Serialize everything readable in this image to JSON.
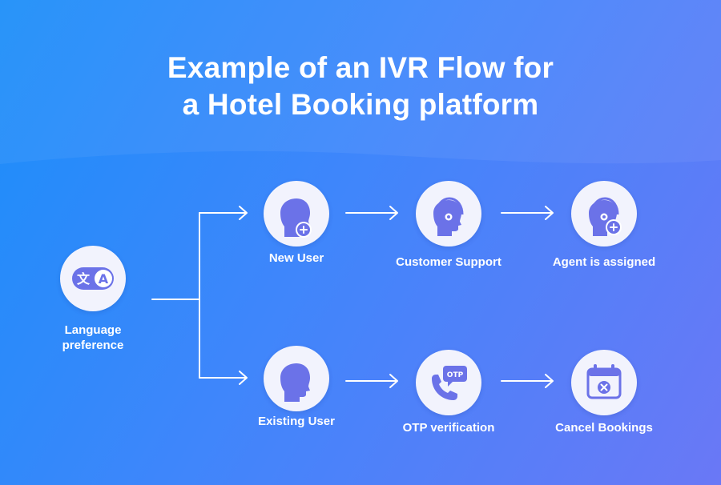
{
  "title": {
    "line1": "Example of an IVR Flow for",
    "line2": "a Hotel Booking platform"
  },
  "nodes": {
    "language": {
      "label_line1": "Language",
      "label_line2": "preference",
      "icon": "translate-icon"
    },
    "new_user": {
      "label": "New User",
      "icon": "user-add-icon"
    },
    "customer_support": {
      "label": "Customer Support",
      "icon": "headset-agent-icon"
    },
    "agent_assigned": {
      "label": "Agent is assigned",
      "icon": "headset-agent-add-icon"
    },
    "existing_user": {
      "label": "Existing User",
      "icon": "user-icon"
    },
    "otp_verification": {
      "label": "OTP verification",
      "icon": "phone-otp-icon",
      "icon_text": "OTP"
    },
    "cancel_bookings": {
      "label": "Cancel Bookings",
      "icon": "calendar-cancel-icon"
    }
  },
  "colors": {
    "icon": "#6b72e8",
    "node_fill": "#f2f3fd",
    "line": "#ffffff"
  }
}
